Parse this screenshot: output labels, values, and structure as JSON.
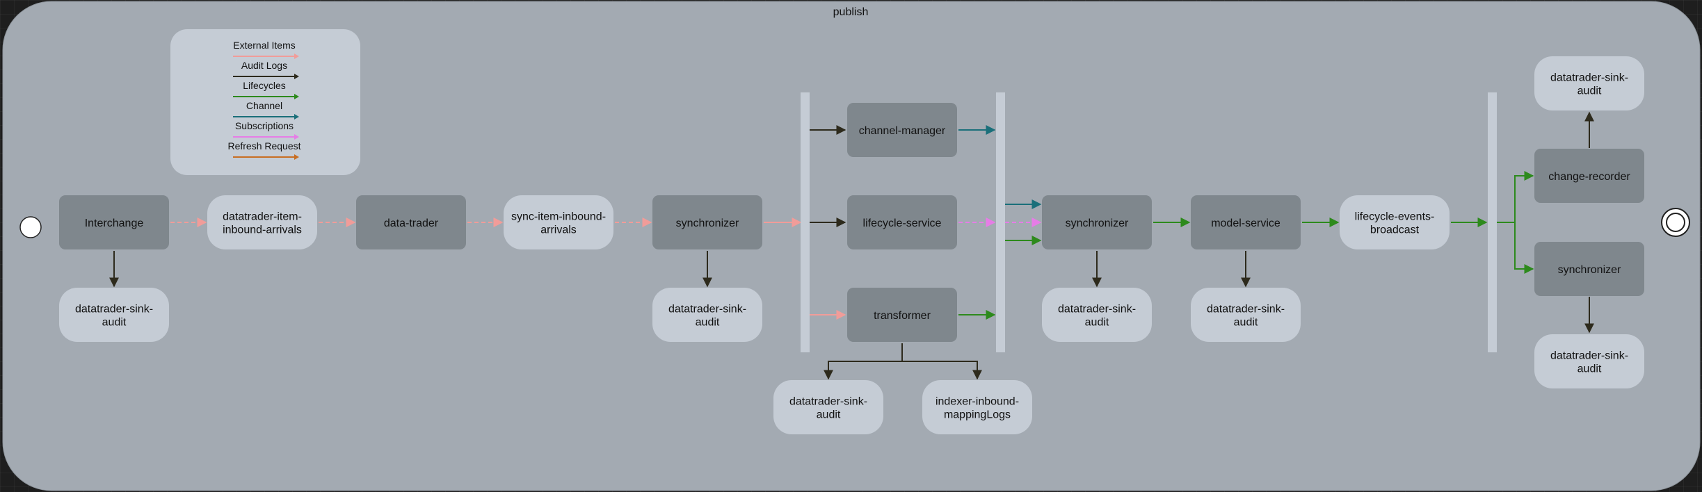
{
  "diagram": {
    "title": "publish",
    "legend": [
      {
        "label": "External Items",
        "color": "#f19c99"
      },
      {
        "label": "Audit Logs",
        "color": "#2d2a1c"
      },
      {
        "label": "Lifecycles",
        "color": "#2d8a1c"
      },
      {
        "label": "Channel",
        "color": "#1a6f7a"
      },
      {
        "label": "Subscriptions",
        "color": "#e67ce6"
      },
      {
        "label": "Refresh Request",
        "color": "#c86e22"
      }
    ],
    "colors": {
      "container": "#a3aab2",
      "service_node": "#7f878d",
      "queue_node": "#c5ccd5",
      "bar": "#c5ccd5",
      "audit_logs": "#2d2a1c",
      "external_items": "#f19c99",
      "lifecycles": "#2d8a1c",
      "channel": "#1a6f7a",
      "subscriptions": "#e67ce6",
      "refresh_request": "#c86e22"
    },
    "nodes": [
      {
        "id": "interchange",
        "kind": "service",
        "lines": [
          "Interchange"
        ]
      },
      {
        "id": "audit-1",
        "kind": "queue",
        "lines": [
          "datatrader-sink-",
          "audit"
        ]
      },
      {
        "id": "item-arrivals",
        "kind": "queue",
        "lines": [
          "datatrader-item-",
          "inbound-arrivals"
        ]
      },
      {
        "id": "data-trader",
        "kind": "service",
        "lines": [
          "data-trader"
        ]
      },
      {
        "id": "sync-item-arrivals",
        "kind": "queue",
        "lines": [
          "sync-item-inbound-",
          "arrivals"
        ]
      },
      {
        "id": "synchronizer-1",
        "kind": "service",
        "lines": [
          "synchronizer"
        ]
      },
      {
        "id": "audit-2",
        "kind": "queue",
        "lines": [
          "datatrader-sink-",
          "audit"
        ]
      },
      {
        "id": "channel-manager",
        "kind": "service",
        "lines": [
          "channel-manager"
        ]
      },
      {
        "id": "lifecycle-service",
        "kind": "service",
        "lines": [
          "lifecycle-service"
        ]
      },
      {
        "id": "transformer",
        "kind": "service",
        "lines": [
          "transformer"
        ]
      },
      {
        "id": "audit-3",
        "kind": "queue",
        "lines": [
          "datatrader-sink-",
          "audit"
        ]
      },
      {
        "id": "indexer-mapping",
        "kind": "queue",
        "lines": [
          "indexer-inbound-",
          "mappingLogs"
        ]
      },
      {
        "id": "synchronizer-2",
        "kind": "service",
        "lines": [
          "synchronizer"
        ]
      },
      {
        "id": "audit-4",
        "kind": "queue",
        "lines": [
          "datatrader-sink-",
          "audit"
        ]
      },
      {
        "id": "model-service",
        "kind": "service",
        "lines": [
          "model-service"
        ]
      },
      {
        "id": "audit-5",
        "kind": "queue",
        "lines": [
          "datatrader-sink-",
          "audit"
        ]
      },
      {
        "id": "lifecycle-broadcast",
        "kind": "queue",
        "lines": [
          "lifecycle-events-",
          "broadcast"
        ]
      },
      {
        "id": "audit-6",
        "kind": "queue",
        "lines": [
          "datatrader-sink-",
          "audit"
        ]
      },
      {
        "id": "change-recorder",
        "kind": "service",
        "lines": [
          "change-recorder"
        ]
      },
      {
        "id": "synchronizer-3",
        "kind": "service",
        "lines": [
          "synchronizer"
        ]
      },
      {
        "id": "audit-7",
        "kind": "queue",
        "lines": [
          "datatrader-sink-",
          "audit"
        ]
      }
    ]
  }
}
